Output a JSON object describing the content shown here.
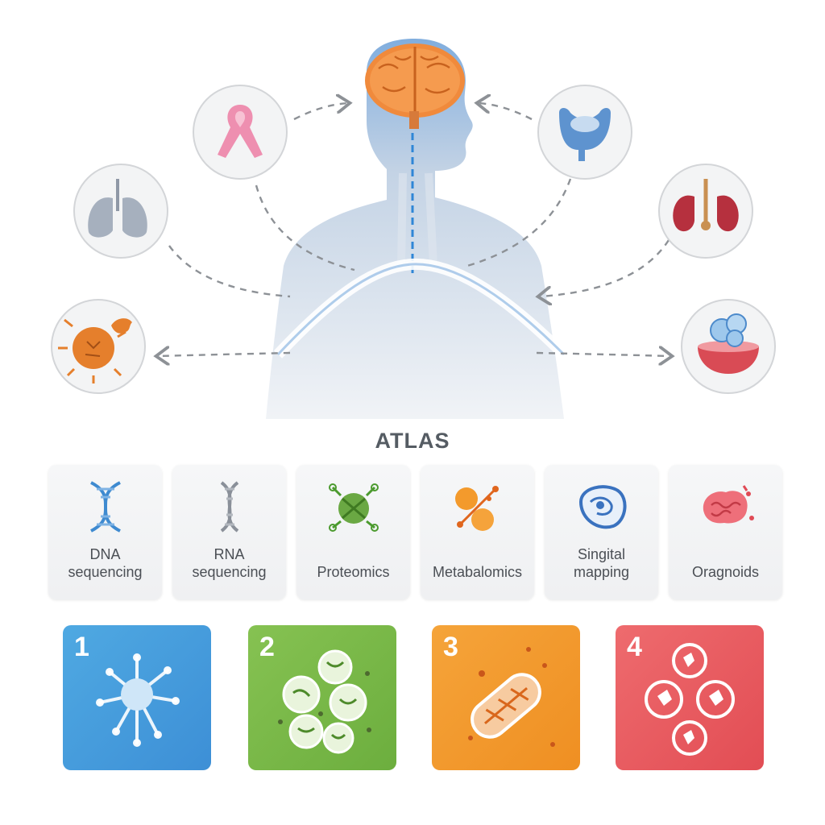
{
  "atlas": {
    "title": "ATLAS"
  },
  "scene": {
    "icons": [
      {
        "name": "ribbon-icon"
      },
      {
        "name": "lungs-icon"
      },
      {
        "name": "cancer-cell-icon"
      },
      {
        "name": "stomach-icon"
      },
      {
        "name": "kidneys-icon"
      },
      {
        "name": "organoid-bowl-icon"
      },
      {
        "name": "brain-icon"
      }
    ]
  },
  "methods": [
    {
      "line1": "DNA",
      "line2": "sequencing",
      "icon": "dna-icon"
    },
    {
      "line1": "RNA",
      "line2": "sequencing",
      "icon": "rna-icon"
    },
    {
      "line1": "Proteomics",
      "line2": "",
      "icon": "protein-icon"
    },
    {
      "line1": "Metabalomics",
      "line2": "",
      "icon": "metabolite-icon"
    },
    {
      "line1": "Singital",
      "line2": "mapping",
      "icon": "tissue-map-icon"
    },
    {
      "line1": "Oragnoids",
      "line2": "",
      "icon": "organoid-icon"
    }
  ],
  "tiles": [
    {
      "number": "1",
      "color": "#4fa9e2",
      "icon": "neuron-cell-icon"
    },
    {
      "number": "2",
      "color": "#7fbd4d",
      "icon": "green-cells-icon"
    },
    {
      "number": "3",
      "color": "#f39a2c",
      "icon": "bacterium-icon"
    },
    {
      "number": "4",
      "color": "#e85b5f",
      "icon": "red-cells-icon"
    }
  ]
}
